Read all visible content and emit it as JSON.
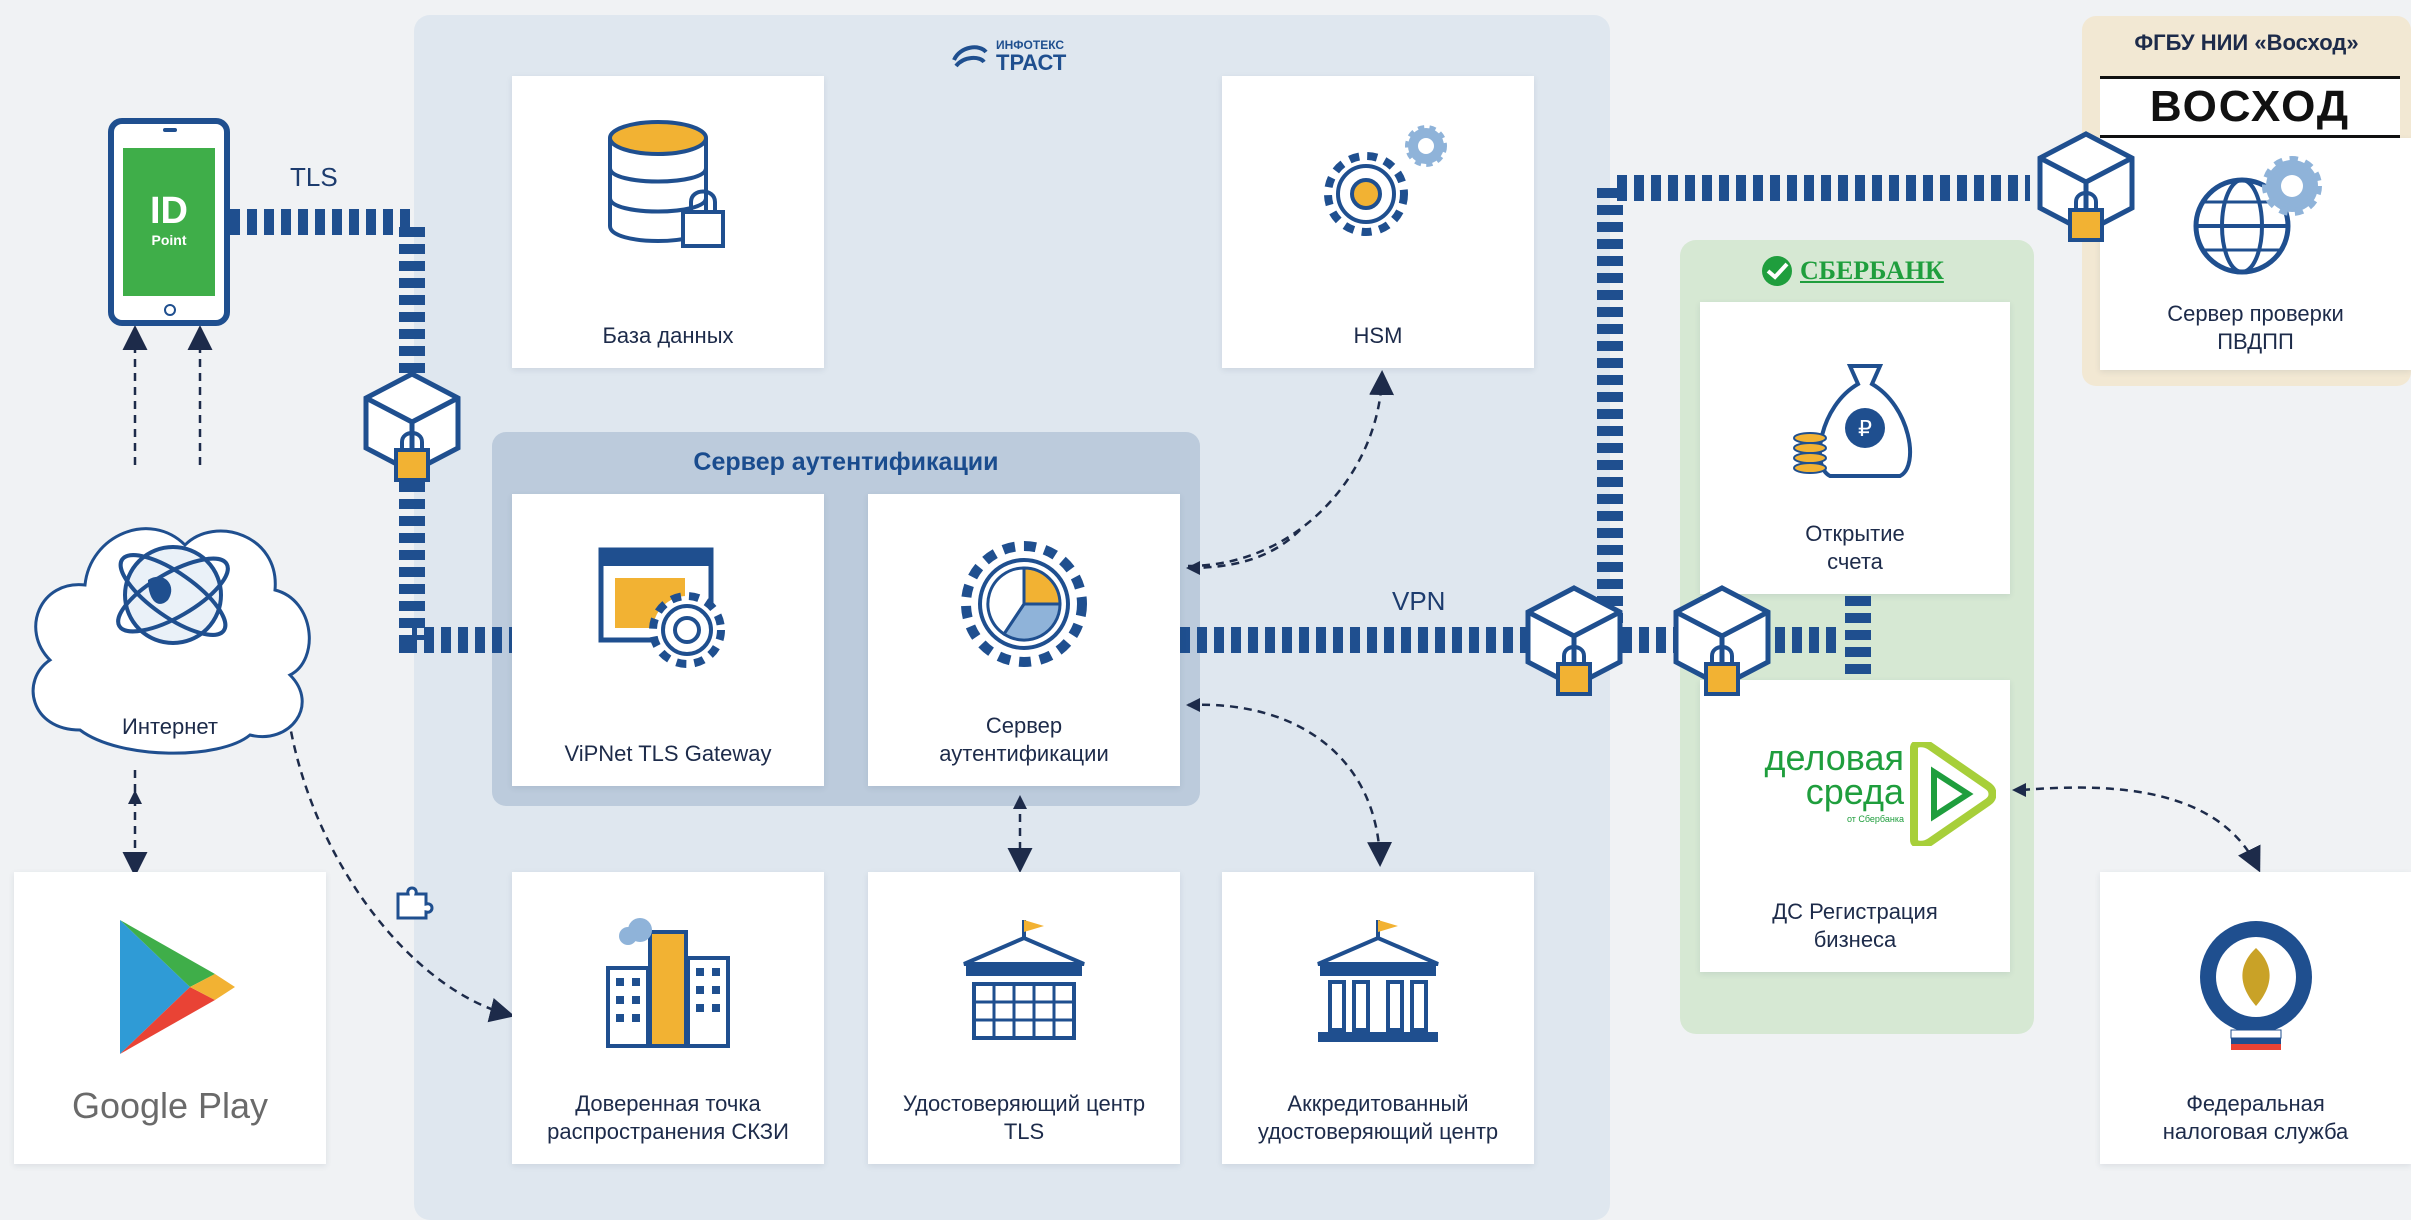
{
  "colors": {
    "dark_blue": "#1f4f8f",
    "gold": "#f2b233",
    "navy": "#1d2b4a",
    "sber_green": "#1f9e3d",
    "idpoint_green": "#3fae49"
  },
  "zones": {
    "trust_brand_top": "ИНФОТЕКС",
    "trust_brand": "ТРАСТ",
    "auth_server_title": "Сервер аутентификации",
    "sber_brand": "СБЕРБАНК",
    "voskhod_title": "ФГБУ НИИ «Восход»",
    "voskhod_logo": "ВОСХОД"
  },
  "phone": {
    "line1": "ID",
    "line2": "Point"
  },
  "connections": {
    "tls": "TLS",
    "vpn": "VPN"
  },
  "cards": {
    "internet": "Интернет",
    "database": "База данных",
    "hsm": "HSM",
    "tls_gateway": "ViPNet TLS Gateway",
    "auth_server": "Сервер\nаутентификации",
    "trusted_point": "Доверенная точка\nраспространения СКЗИ",
    "ca_tls": "Удостоверяющий центр\nTLS",
    "accredited_ca": "Аккредитованный\nудостоверяющий центр",
    "open_account": "Открытие\nсчета",
    "ds_registration": "ДС Регистрация\nбизнеса",
    "check_server": "Сервер проверки\nПВДПП",
    "tax_service": "Федеральная\nналоговая служба",
    "google_play": "Google Play"
  },
  "delovaya_sreda": {
    "line1": "деловая",
    "line2": "среда",
    "sub": "от Сбербанка"
  },
  "icons": [
    "smartphone-icon",
    "globe-icon",
    "database-lock-icon",
    "gears-icon",
    "browser-gear-icon",
    "pie-gear-icon",
    "city-icon",
    "bank-building-icon",
    "money-bag-icon",
    "globe-gear-icon",
    "tax-emblem-icon",
    "google-play-icon",
    "lock-cube-icon",
    "puzzle-icon"
  ]
}
